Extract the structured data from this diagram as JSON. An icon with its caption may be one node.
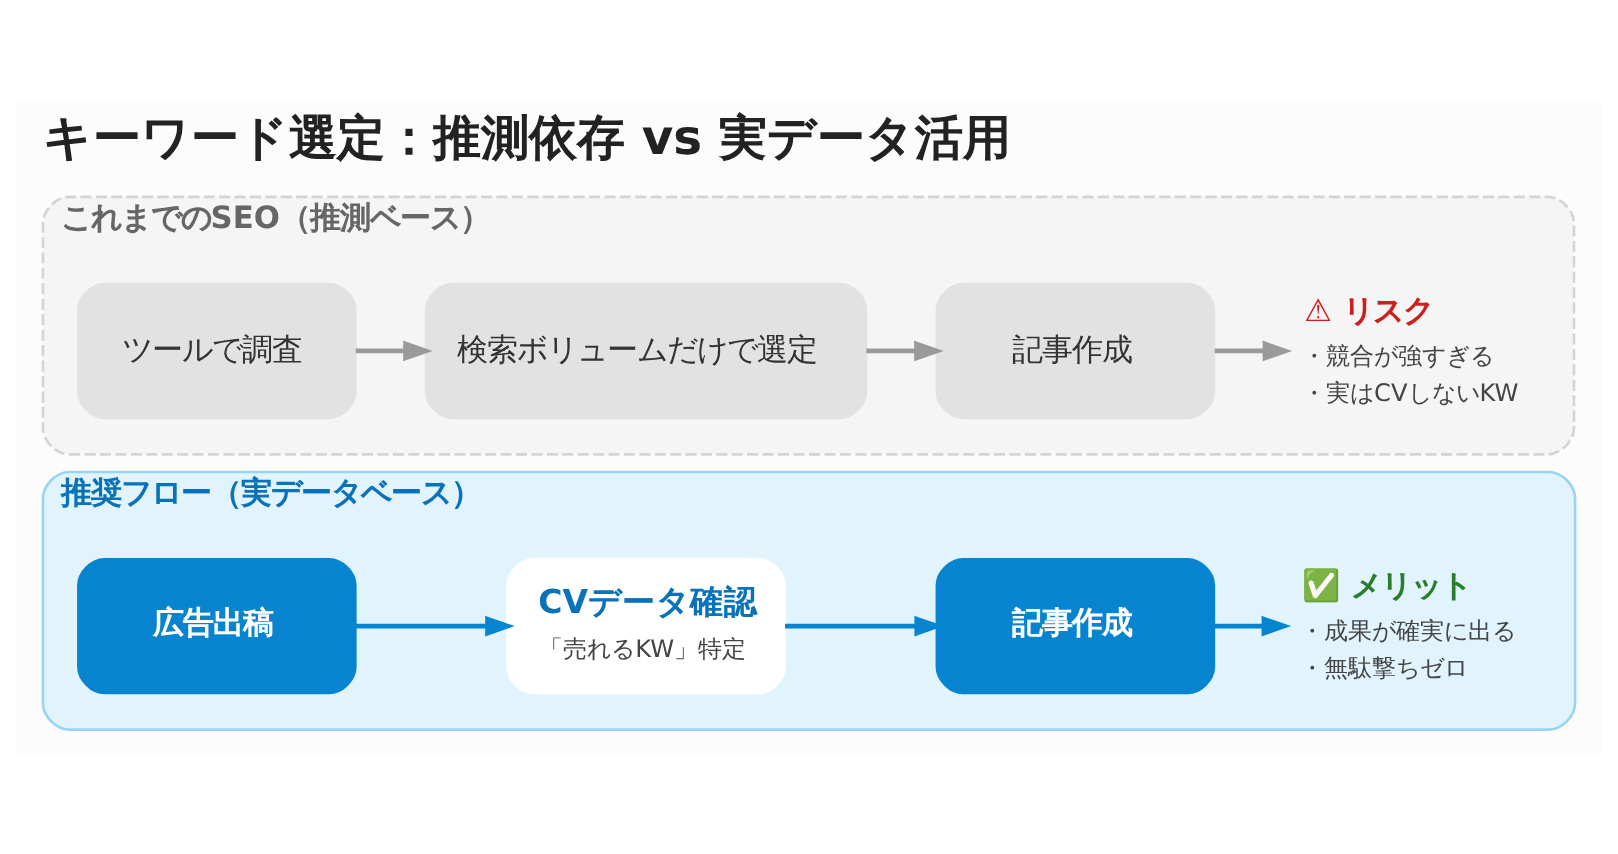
{
  "diagram": {
    "title": "キーワード選定：推測依存 vs 実データ活用",
    "nodes": [
      {
        "text": [
          "これまでのSEO（推測ベース）"
        ]
      },
      {
        "text": [
          "ツールで調査"
        ],
        "in": 0
      },
      {
        "text": [
          "検索ボリュームだけで選定"
        ],
        "in": 0
      },
      {
        "text": [
          "記事作成"
        ],
        "in": 0
      },
      {
        "text": [
          "⚠ リスク",
          "・競合が強すぎる",
          "・実はCVしないKW"
        ],
        "in": 0
      },
      {
        "text": [
          "推奨フロー（実データベース）"
        ]
      },
      {
        "text": [
          "広告出稿"
        ],
        "in": 5
      },
      {
        "text": [
          "CVデータ確認",
          "「売れるKW」特定"
        ],
        "in": 5
      },
      {
        "text": [
          "記事作成"
        ],
        "in": 5
      },
      {
        "text": [
          "✅ メリット",
          "・成果が確実に出る",
          "・無駄撃ちゼロ"
        ],
        "in": 5
      }
    ],
    "edges": [
      {
        "from": 1,
        "to": 2,
        "arrow": "to"
      },
      {
        "from": 2,
        "to": 3,
        "arrow": "to"
      },
      {
        "from": 3,
        "to": 4,
        "arrow": "to"
      },
      {
        "from": 6,
        "to": 7,
        "arrow": "to",
        "color": "#0784d0"
      },
      {
        "from": 7,
        "to": 8,
        "arrow": "to",
        "color": "#0784d0"
      },
      {
        "from": 8,
        "to": 9,
        "arrow": "to",
        "color": "#0784d0"
      }
    ]
  }
}
